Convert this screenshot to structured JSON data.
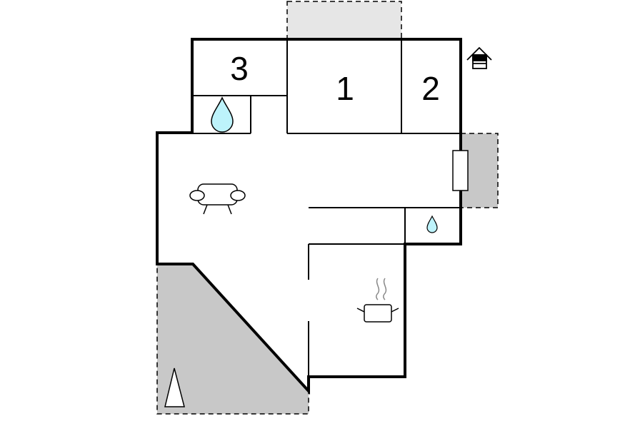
{
  "rooms": [
    {
      "id": "bedroom-3",
      "label": "3"
    },
    {
      "id": "bedroom-1",
      "label": "1"
    },
    {
      "id": "bedroom-2",
      "label": "2"
    }
  ],
  "icons": {
    "bathroom": "water-drop-icon",
    "wc": "small-water-drop-icon",
    "living": "sofa-icon",
    "kitchen": "cooking-pot-icon",
    "entrance": "house-entrance-icon",
    "terrace": "tent-icon"
  },
  "colors": {
    "wall": "#000000",
    "outdoor_dark": "#c8c8c8",
    "outdoor_light": "#e6e6e6",
    "water": "#bdf3fb",
    "background": "#ffffff"
  }
}
